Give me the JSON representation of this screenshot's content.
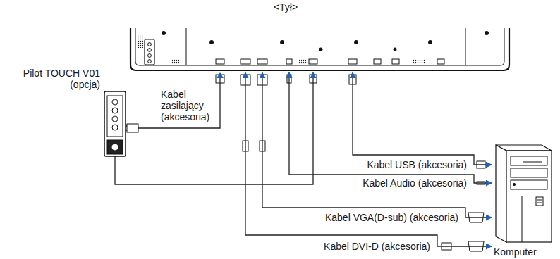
{
  "diagram": {
    "nodes": [
      {
        "text": [
          "<Tył>"
        ]
      },
      {
        "text": [
          "Pilot TOUCH V01 (opcja)"
        ]
      },
      {
        "text": [
          "Komputer"
        ]
      }
    ],
    "edges": [
      {
        "from": 1,
        "to": 0,
        "arrow": "to"
      },
      {
        "from": 0,
        "to": 2,
        "label": "Kabel USB (akcesoria)",
        "arrow": "both"
      },
      {
        "from": 0,
        "to": 2,
        "label": "Kabel Audio (akcesoria)",
        "arrow": "both"
      },
      {
        "from": 0,
        "to": 2,
        "label": "Kabel VGA(D-sub) (akcesoria)",
        "arrow": "both"
      },
      {
        "from": 0,
        "to": 2,
        "label": "Kabel DVI-D (akcesoria)",
        "arrow": "both"
      }
    ],
    "labels": [
      "Kabel zasilający (akcesoria)"
    ]
  }
}
